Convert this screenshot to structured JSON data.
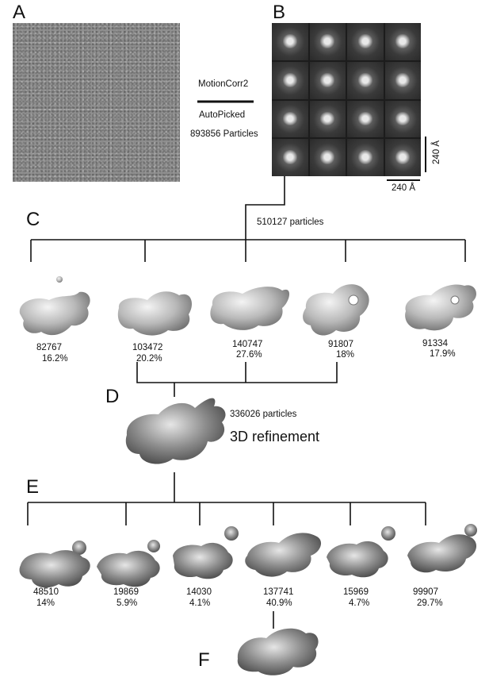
{
  "panels": {
    "a": "A",
    "b": "B",
    "c": "C",
    "d": "D",
    "e": "E",
    "f": "F"
  },
  "pipeline": {
    "motioncorr": "MotionCorr2",
    "autopicked": "AutoPicked",
    "particles_total": "893856 Particles",
    "scale_vertical": "240 Å",
    "scale_horizontal": "240 Å",
    "particles_after_2d": "510127 particles",
    "particles_refined": "336026 particles",
    "refinement_label": "3D refinement"
  },
  "classes_c": [
    {
      "count": "82767",
      "pct": "16.2%"
    },
    {
      "count": "103472",
      "pct": "20.2%"
    },
    {
      "count": "140747",
      "pct": "27.6%"
    },
    {
      "count": "91807",
      "pct": "18%"
    },
    {
      "count": "91334",
      "pct": "17.9%"
    }
  ],
  "classes_e": [
    {
      "count": "48510",
      "pct": "14%"
    },
    {
      "count": "19869",
      "pct": "5.9%"
    },
    {
      "count": "14030",
      "pct": "4.1%"
    },
    {
      "count": "137741",
      "pct": "40.9%"
    },
    {
      "count": "15969",
      "pct": "4.7%"
    },
    {
      "count": "99907",
      "pct": "29.7%"
    }
  ],
  "colors": {
    "line": "#111111",
    "density": "#b4b4b4"
  }
}
